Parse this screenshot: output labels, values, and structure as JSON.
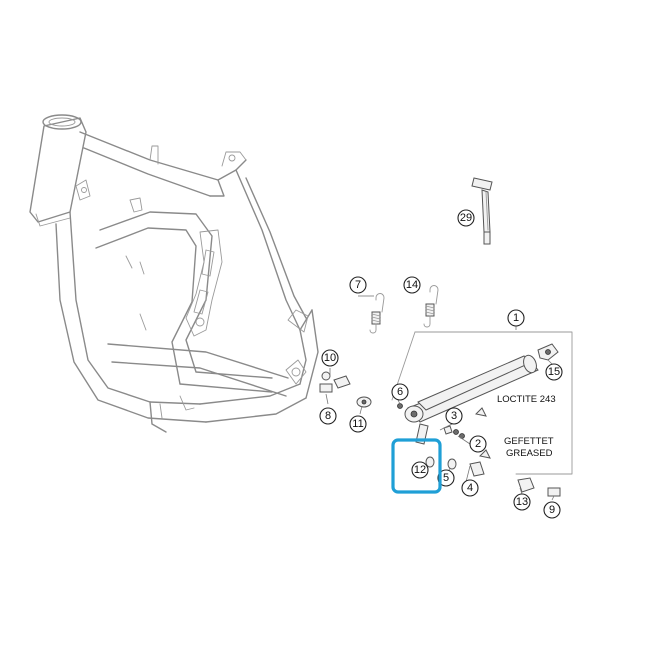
{
  "callouts": {
    "c1": "1",
    "c2": "2",
    "c3": "3",
    "c4": "4",
    "c5": "5",
    "c6": "6",
    "c7": "7",
    "c8": "8",
    "c9": "9",
    "c10": "10",
    "c11": "11",
    "c12": "12",
    "c13": "13",
    "c14": "14",
    "c15": "15",
    "c29": "29"
  },
  "notes": {
    "loctite": "LOCTITE 243",
    "gefettet": "GEFETTET",
    "greased": "GREASED"
  },
  "highlight": {
    "selected_part": "12",
    "color": "#1f9fd6"
  }
}
